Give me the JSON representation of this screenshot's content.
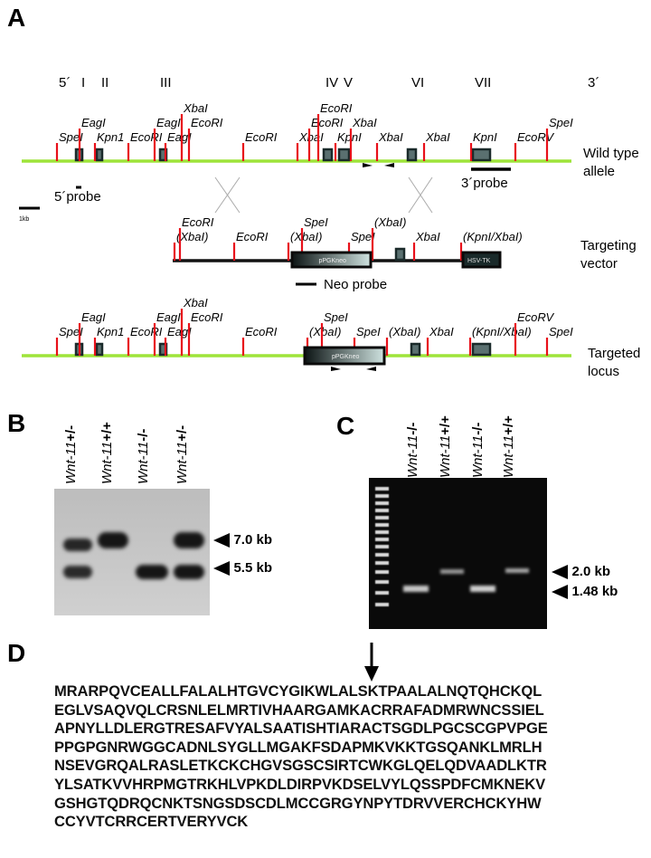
{
  "panels": {
    "a": "A",
    "b": "B",
    "c": "C",
    "d": "D"
  },
  "panel_a": {
    "exon_labels": [
      "5´",
      "I",
      "II",
      "III",
      "IV",
      "V",
      "VI",
      "VII",
      "3´"
    ],
    "rows": {
      "wild_type": {
        "label_line1": "Wild type",
        "label_line2": "allele",
        "sites": [
          "SpeI",
          "EagI",
          "Kpn1",
          "EcoRI",
          "EagI",
          "EagI",
          "XbaI",
          "EcoRI",
          "EcoRI",
          "XbaI",
          "EcoRI",
          "EcoRI",
          "KpnI",
          "XbaI",
          "XbaI",
          "XbaI",
          "KpnI",
          "EcoRV",
          "SpeI"
        ]
      },
      "targeting_vector": {
        "label_line1": "Targeting",
        "label_line2": "vector",
        "sites": [
          "(XbaI)",
          "EcoRI",
          "EcoRI",
          "(XbaI)",
          "SpeI",
          "SpeI",
          "(XbaI)",
          "XbaI",
          "(KpnI/XbaI)"
        ],
        "neo_box": "pPGKneo",
        "tk_box": "HSV-TK"
      },
      "targeted_locus": {
        "label_line1": "Targeted",
        "label_line2": "locus",
        "sites": [
          "SpeI",
          "EagI",
          "Kpn1",
          "EcoRI",
          "EagI",
          "EagI",
          "XbaI",
          "EcoRI",
          "EcoRI",
          "(XbaI)",
          "SpeI",
          "SpeI",
          "(XbaI)",
          "XbaI",
          "(KpnI/XbaI)",
          "EcoRV",
          "SpeI"
        ],
        "neo_box": "pPGKneo"
      }
    },
    "probes": {
      "five_prime": "5´probe",
      "three_prime": "3´probe",
      "neo": "Neo probe"
    },
    "scale_bar": "1kb",
    "colors": {
      "allele_line": "#9ee43a",
      "site": "#e8101a",
      "exon": "#1a2a2a"
    }
  },
  "panel_b": {
    "lanes": [
      {
        "gene": "Wnt-11",
        "genotype": "+/-"
      },
      {
        "gene": "Wnt-11",
        "genotype": "+/+"
      },
      {
        "gene": "Wnt-11",
        "genotype": "-/-"
      },
      {
        "gene": "Wnt-11",
        "genotype": "+/-"
      }
    ],
    "markers": [
      "7.0 kb",
      "5.5 kb"
    ]
  },
  "panel_c": {
    "lanes": [
      {
        "gene": "Wnt-11",
        "genotype": "-/-"
      },
      {
        "gene": "Wnt-11",
        "genotype": "+/+"
      },
      {
        "gene": "Wnt-11",
        "genotype": "-/-"
      },
      {
        "gene": "Wnt-11",
        "genotype": "+/+"
      }
    ],
    "markers": [
      "2.0 kb",
      "1.48 kb"
    ]
  },
  "panel_d": {
    "sequence_lines": [
      "MRARPQVCEALLFALALHTGVCYGIKWLALSKTPAALALNQTQHCKQL",
      "EGLVSAQVQLCRSNLELMRTIVHAARGAMKACRRAFADMRWNCSSIEL",
      "APNYLLDLERGTRESAFVYALSAATISHTIARACTSGDLPGCSCGPVPGE",
      "PPGPGNRWGGCADNLSYGLLMGAKFSDAPMKVKKTGSQANKLMRLH",
      "NSEVGRQALRASLETKCKCHGVSGSCSIRTCWKGLQELQDVAADLKTR",
      "YLSATKVVHRPMGTRKHLVPKDLDIRPVKDSELVYLQSSPDFCMKNEKV",
      "GSHGTQDRQCNKTSNGSDSCDLMCCGRGYNPYTDRVVERCHCKYHW",
      "CCYVTCRRCERTVERYVCK"
    ]
  }
}
